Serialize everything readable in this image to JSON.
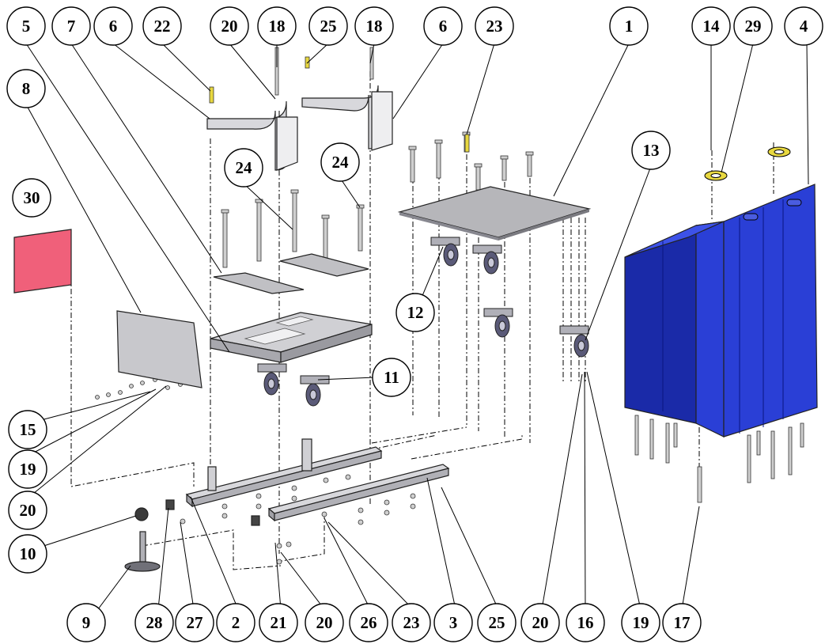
{
  "balloons": [
    {
      "label": "5"
    },
    {
      "label": "7"
    },
    {
      "label": "6"
    },
    {
      "label": "22"
    },
    {
      "label": "20"
    },
    {
      "label": "18"
    },
    {
      "label": "25"
    },
    {
      "label": "18"
    },
    {
      "label": "6"
    },
    {
      "label": "23"
    },
    {
      "label": "1"
    },
    {
      "label": "14"
    },
    {
      "label": "29"
    },
    {
      "label": "4"
    },
    {
      "label": "8"
    },
    {
      "label": "24"
    },
    {
      "label": "24"
    },
    {
      "label": "13"
    },
    {
      "label": "30"
    },
    {
      "label": "12"
    },
    {
      "label": "11"
    },
    {
      "label": "15"
    },
    {
      "label": "19"
    },
    {
      "label": "20"
    },
    {
      "label": "10"
    },
    {
      "label": "9"
    },
    {
      "label": "28"
    },
    {
      "label": "27"
    },
    {
      "label": "2"
    },
    {
      "label": "21"
    },
    {
      "label": "20"
    },
    {
      "label": "26"
    },
    {
      "label": "23"
    },
    {
      "label": "3"
    },
    {
      "label": "25"
    },
    {
      "label": "20"
    },
    {
      "label": "16"
    },
    {
      "label": "19"
    },
    {
      "label": "17"
    }
  ],
  "colors": {
    "tank": "#2a3fd6",
    "tank_dark": "#1a2aa8",
    "flag": "#f0607a",
    "gasket": "#e8d840",
    "metal": "#b8b8bc",
    "metal_dark": "#7a7a80"
  }
}
